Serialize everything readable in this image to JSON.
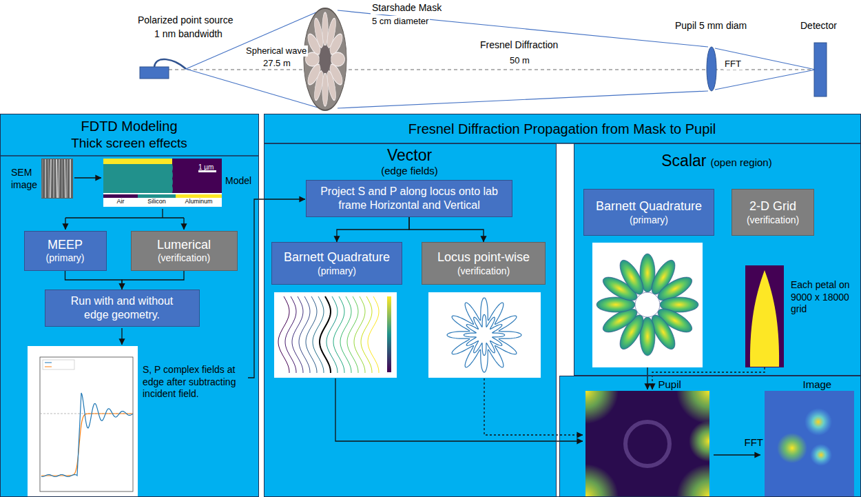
{
  "diagram": {
    "nodes": [
      {
        "text": [
          "FDTD Modeling",
          "Thick screen effects"
        ]
      },
      {
        "text": [
          "MEEP",
          "(primary)"
        ],
        "in": 0
      },
      {
        "text": [
          "Lumerical",
          "(verification)"
        ],
        "in": 0
      },
      {
        "text": [
          "Run with and without edge geometry."
        ],
        "in": 0
      },
      {
        "text": [
          "Fresnel Diffraction Propagation from Mask to Pupil"
        ]
      },
      {
        "text": [
          "Vector",
          "(edge fields)"
        ],
        "in": 4
      },
      {
        "text": [
          "Project S and P along locus onto lab frame Horizontal and Vertical"
        ],
        "in": 5
      },
      {
        "text": [
          "Barnett Quadrature",
          "(primary)"
        ],
        "in": 5
      },
      {
        "text": [
          "Locus point-wise",
          "(verification)"
        ],
        "in": 5
      },
      {
        "text": [
          "Scalar",
          "(open region)"
        ],
        "in": 4
      },
      {
        "text": [
          "Barnett Quadrature",
          "(primary)"
        ],
        "in": 9
      },
      {
        "text": [
          "2-D Grid",
          "(verification)"
        ],
        "in": 9
      },
      {
        "text": [
          "Pupil",
          "FFT",
          "Image"
        ],
        "in": 4
      }
    ],
    "edges": [
      {
        "from": 1,
        "to": 3,
        "arrow": "to"
      },
      {
        "from": 2,
        "to": 3,
        "arrow": "to"
      },
      {
        "from": 6,
        "to": 7,
        "arrow": "to"
      },
      {
        "from": 6,
        "to": 8,
        "arrow": "to"
      }
    ],
    "labels": [
      "Polarized point source",
      "1 nm bandwidth",
      "Spherical wave",
      "27.5 m",
      "Starshade Mask",
      "5 cm diameter",
      "Fresnel Diffraction",
      "50 m",
      "Pupil 5 mm diam",
      "FFT",
      "Detector",
      "SEM image",
      "Model",
      "1 µm",
      "S, P complex fields at edge after subtracting incident field.",
      "Each petal on 9000 x 18000 grid"
    ],
    "legend": [
      {
        "text": "Air",
        "color": "#440154"
      },
      {
        "text": "Silicon",
        "color": "#21918c"
      },
      {
        "text": "Aluminum",
        "color": "#fde725"
      }
    ]
  }
}
